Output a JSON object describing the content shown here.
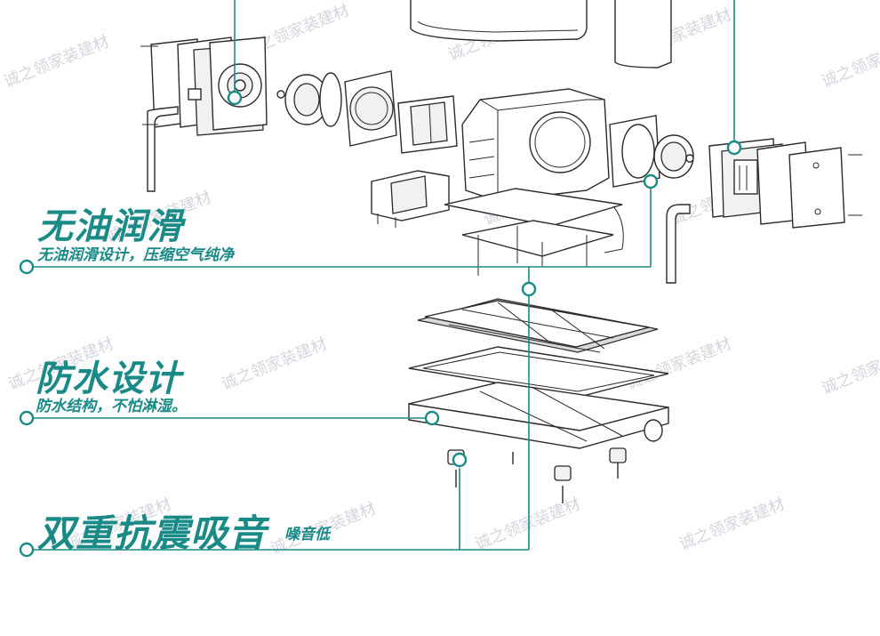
{
  "watermark": "诚之领家装建材",
  "features": [
    {
      "title": "无油润滑",
      "subtitle": "无油润滑设计，压缩空气纯净"
    },
    {
      "title": "防水设计",
      "subtitle": "防水结构，不怕淋湿。"
    },
    {
      "title": "双重抗震吸音",
      "subtitle": "噪音低"
    }
  ],
  "colors": {
    "accent": "#1a8a87",
    "line_art": "#2a2a2a",
    "watermark": "#c9cdd6"
  }
}
